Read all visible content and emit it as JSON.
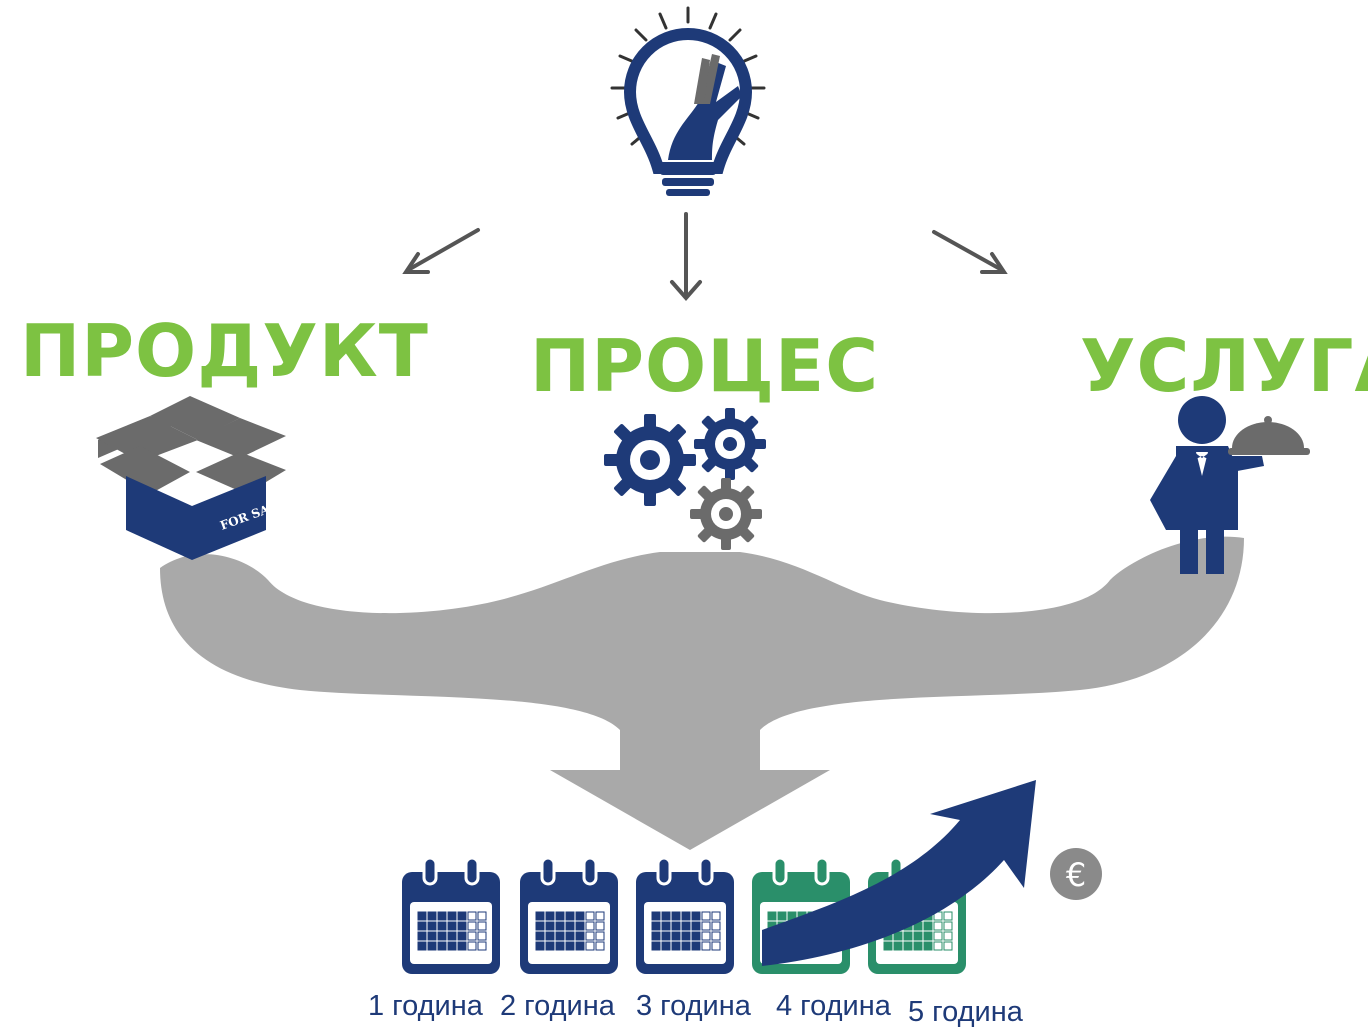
{
  "colors": {
    "navy": "#1e3a78",
    "green_text": "#7dc242",
    "teal": "#2a8f6a",
    "gray_dark": "#6b6b6b",
    "gray_light": "#a9a9a9",
    "white": "#ffffff"
  },
  "categories": {
    "product": "ПРОДУКТ",
    "process": "ПРОЦЕС",
    "service": "УСЛУГА"
  },
  "box_label": "FOR SALE",
  "currency_symbol": "€",
  "years": [
    {
      "label": "1 година",
      "color": "navy"
    },
    {
      "label": "2 година",
      "color": "navy"
    },
    {
      "label": "3 година",
      "color": "navy"
    },
    {
      "label": "4 година",
      "color": "teal"
    },
    {
      "label": "5 година",
      "color": "teal"
    }
  ],
  "icons": {
    "idea": "lightbulb-hand-icon",
    "product": "open-box-icon",
    "process": "gears-icon",
    "service": "waiter-icon",
    "calendar": "calendar-icon",
    "growth": "growth-arrow-icon",
    "money": "euro-coin-icon"
  }
}
